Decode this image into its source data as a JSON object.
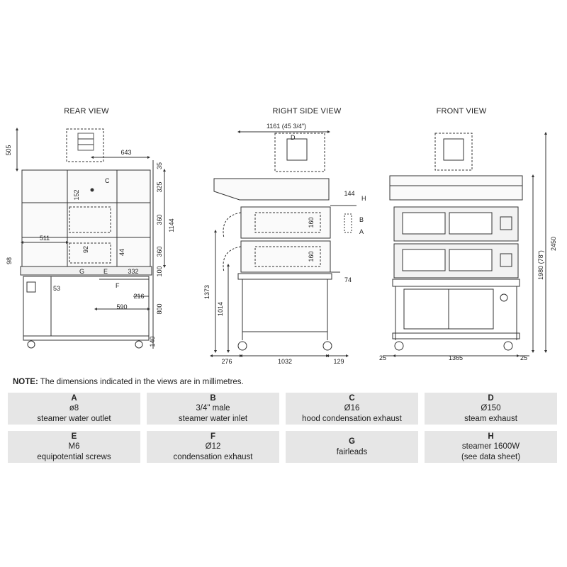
{
  "views": {
    "rear": {
      "title": "REAR VIEW",
      "labels": [
        "C",
        "E",
        "F",
        "G"
      ],
      "dims": [
        "505",
        "643",
        "35",
        "325",
        "360",
        "1144",
        "360",
        "100",
        "800",
        "140",
        "152",
        "511",
        "92",
        "44",
        "98",
        "53",
        "332",
        "216",
        "590"
      ]
    },
    "side": {
      "title": "RIGHT SIDE VIEW",
      "top_dim": "1161 (45 3/4\")",
      "labels": [
        "D",
        "H",
        "B",
        "A"
      ],
      "dims": [
        "144",
        "160",
        "160",
        "74",
        "1373",
        "1014",
        "276",
        "1032",
        "129"
      ]
    },
    "front": {
      "title": "FRONT VIEW",
      "dims": [
        "2450",
        "1980 (78\")",
        "25",
        "1365",
        "25"
      ]
    }
  },
  "note": {
    "prefix": "NOTE:",
    "text": " The dimensions indicated in the views are in millimetres."
  },
  "legend": [
    {
      "code": "A",
      "line1": "ø8",
      "line2": "steamer water outlet"
    },
    {
      "code": "B",
      "line1": "3/4\" male",
      "line2": "steamer water inlet"
    },
    {
      "code": "C",
      "line1": "Ø16",
      "line2": "hood condensation exhaust"
    },
    {
      "code": "D",
      "line1": "Ø150",
      "line2": "steam exhaust"
    },
    {
      "code": "E",
      "line1": "M6",
      "line2": "equipotential screws"
    },
    {
      "code": "F",
      "line1": "Ø12",
      "line2": "condensation exhaust"
    },
    {
      "code": "G",
      "line1": "fairleads",
      "line2": ""
    },
    {
      "code": "H",
      "line1": "steamer 1600W",
      "line2": "(see data sheet)"
    }
  ]
}
